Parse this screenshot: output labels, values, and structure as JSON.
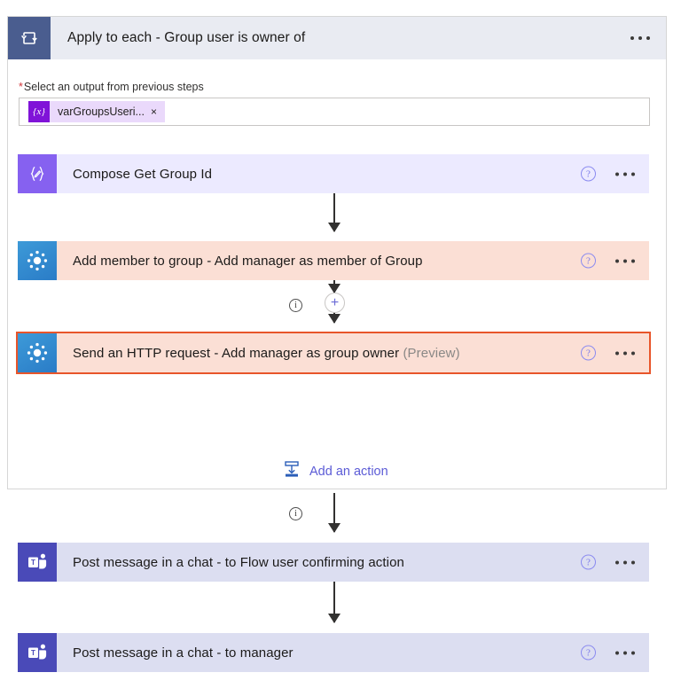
{
  "loop": {
    "icon": "loop-repeat-icon",
    "title": "Apply to each - Group user is owner of",
    "menu_icon": "ellipsis-icon",
    "field": {
      "required_marker": "*",
      "label": "Select an output from previous steps",
      "token": {
        "icon": "expression-variable-icon",
        "icon_glyph": "{x}",
        "text": "varGroupsUseri...",
        "remove_glyph": "×"
      }
    },
    "add_action": {
      "icon": "insert-action-icon",
      "label": "Add an action"
    }
  },
  "cards": [
    {
      "id": "compose",
      "icon": "compose-icon",
      "icon_glyph": "{∕}",
      "title": "Compose Get Group Id",
      "preview": "",
      "help_icon": "help-icon",
      "help_glyph": "?",
      "menu_icon": "ellipsis-icon",
      "selected": false,
      "bg": "#eceaff",
      "icon_bg": "#8661f0"
    },
    {
      "id": "add-member-to-group",
      "icon": "azure-ad-icon",
      "icon_glyph": "",
      "title": "Add member to group - Add manager as member of Group",
      "preview": "",
      "help_icon": "help-icon",
      "help_glyph": "?",
      "menu_icon": "ellipsis-icon",
      "selected": false,
      "bg": "#fbdfd5",
      "icon_bg": "#2a7cc7"
    },
    {
      "id": "send-http-request",
      "icon": "azure-ad-icon",
      "icon_glyph": "",
      "title": "Send an HTTP request - Add manager as group owner",
      "preview": "(Preview)",
      "help_icon": "help-icon",
      "help_glyph": "?",
      "menu_icon": "ellipsis-icon",
      "selected": true,
      "bg": "#fbdfd5",
      "icon_bg": "#2a7cc7",
      "selection_color": "#e8552a"
    },
    {
      "id": "post-message-flow-user",
      "icon": "teams-icon",
      "icon_glyph": "",
      "title": "Post message in a chat - to Flow user confirming action",
      "preview": "",
      "help_icon": "help-icon",
      "help_glyph": "?",
      "menu_icon": "ellipsis-icon",
      "selected": false,
      "bg": "#dcdef1",
      "icon_bg": "#4a4ab8"
    },
    {
      "id": "post-message-manager",
      "icon": "teams-icon",
      "icon_glyph": "",
      "title": "Post message in a chat - to manager",
      "preview": "",
      "help_icon": "help-icon",
      "help_glyph": "?",
      "menu_icon": "ellipsis-icon",
      "selected": false,
      "bg": "#dcdef1",
      "icon_bg": "#4a4ab8"
    }
  ],
  "connectors": {
    "info_glyph": "i",
    "plus_glyph": "+",
    "info_icon": "info-icon",
    "plus_icon": "insert-step-plus-icon"
  },
  "colors": {
    "loop_header_bg": "#e9ebf2",
    "loop_header_icon_bg": "#4a5d8f",
    "required_star": "#d13438",
    "link": "#5b5bd6",
    "selection_border": "#e8552a",
    "preview_text": "#8a8886"
  }
}
